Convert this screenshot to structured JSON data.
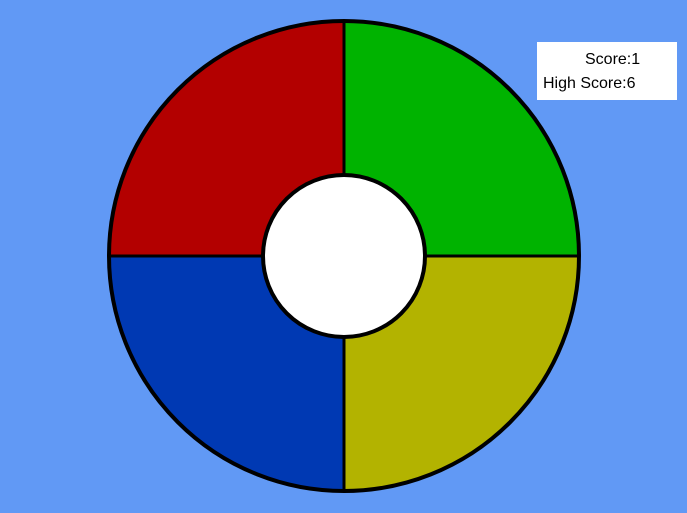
{
  "game": {
    "pads": [
      {
        "id": "red",
        "color": "#b30000"
      },
      {
        "id": "green",
        "color": "#00b300"
      },
      {
        "id": "blue",
        "color": "#0039b3"
      },
      {
        "id": "yellow",
        "color": "#b3b300"
      }
    ],
    "center_color": "#ffffff",
    "background_color": "#6199f5"
  },
  "scoreboard": {
    "score_label": "Score:",
    "score_value": "1",
    "high_score_label": "High Score:",
    "high_score_value": "6"
  }
}
